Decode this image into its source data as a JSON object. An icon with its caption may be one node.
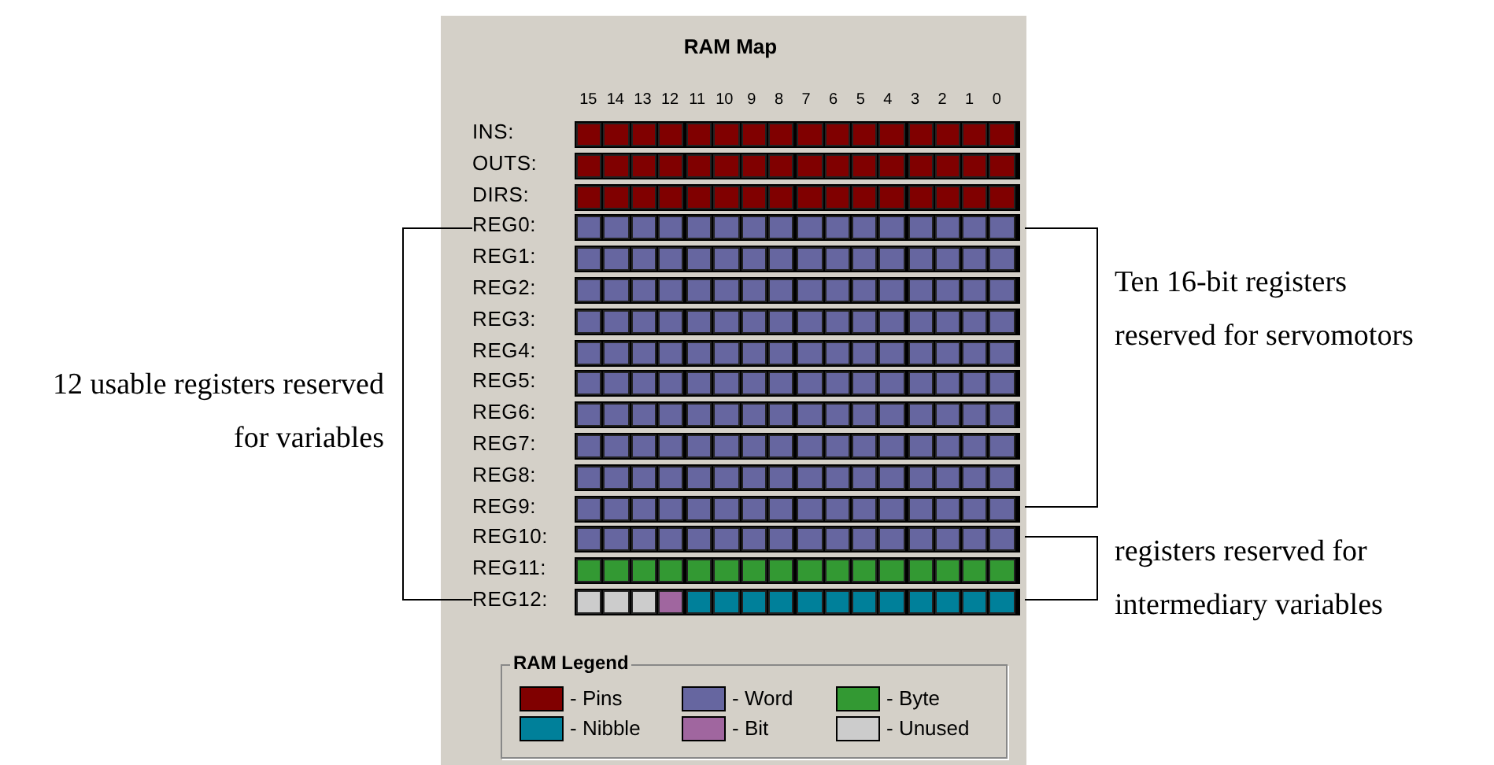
{
  "diagram": {
    "title": "RAM Map",
    "labels": [
      "15",
      "14",
      "13",
      "12",
      "11",
      "10",
      "9",
      "8",
      "7",
      "6",
      "5",
      "4",
      "3",
      "2",
      "1",
      "0",
      "INS:",
      "OUTS:",
      "DIRS:",
      "REG0:",
      "REG1:",
      "REG2:",
      "REG3:",
      "REG4:",
      "REG5:",
      "REG6:",
      "REG7:",
      "REG8:",
      "REG9:",
      "REG10:",
      "REG11:",
      "REG12:",
      "Ten 16-bit registers reserved for servomotors",
      "12 usable registers reserved for variables",
      "registers reserved for intermediary variables",
      "RAM Legend"
    ],
    "legend": [
      {
        "text": "- Pins",
        "color": "#800000"
      },
      {
        "text": "- Word",
        "color": "#6666a0"
      },
      {
        "text": "- Byte",
        "color": "#339933"
      },
      {
        "text": "- Nibble",
        "color": "#00809a"
      },
      {
        "text": "- Bit",
        "color": "#a0669f"
      },
      {
        "text": "- Unused",
        "color": "#cccccc"
      }
    ]
  }
}
